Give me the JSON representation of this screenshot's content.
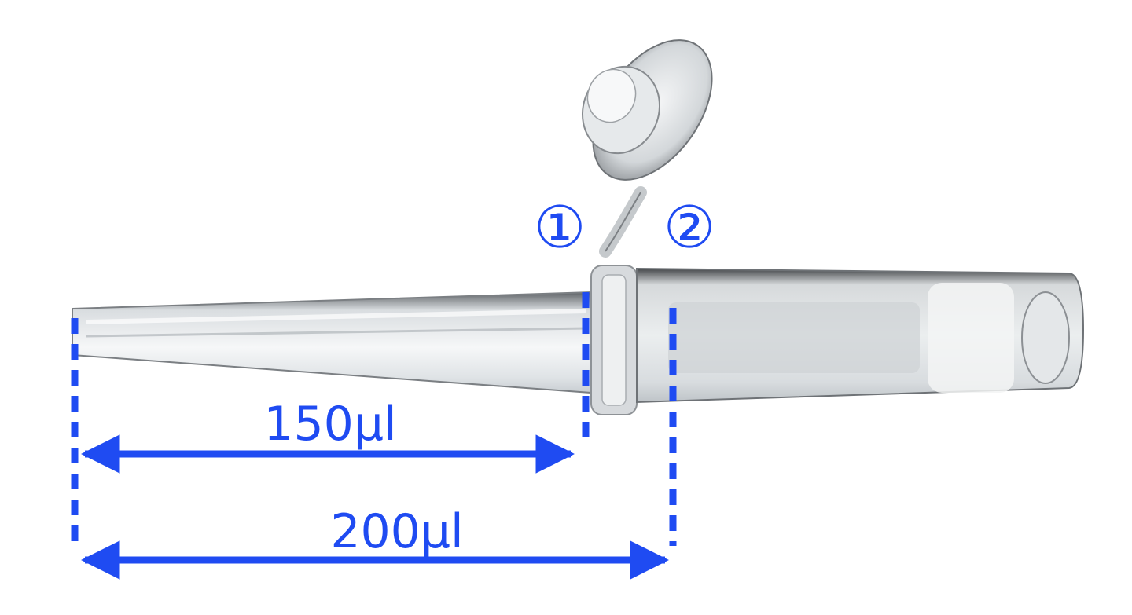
{
  "colors": {
    "accent": "#1f4bf2",
    "tube": "#e7ebed",
    "tube_shadow": "#6b6f73"
  },
  "markers": {
    "one": "①",
    "two": "②"
  },
  "measurements": [
    {
      "label": "150μl"
    },
    {
      "label": "200μl"
    }
  ],
  "icons": {
    "tube": "pipette-tube-icon",
    "cap": "tube-cap-icon"
  }
}
